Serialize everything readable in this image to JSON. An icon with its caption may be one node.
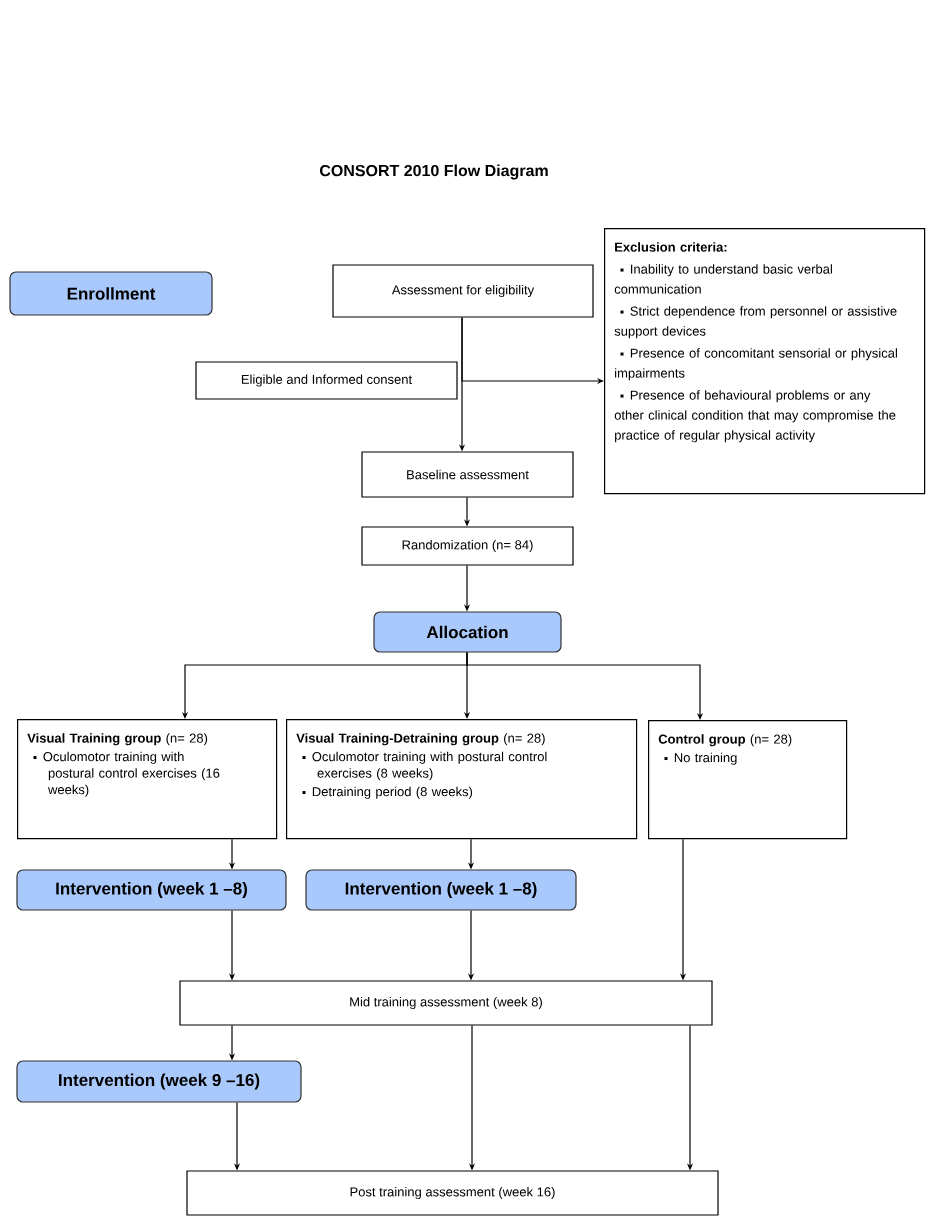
{
  "diagram": {
    "title": "CONSORT 2010 Flow Diagram",
    "nodes": [
      {
        "text": [
          "Enrollment"
        ]
      },
      {
        "text": [
          "Assessment for eligibility"
        ]
      },
      {
        "text": [
          "Exclusion criteria:",
          "Inability to understand basic verbal communication",
          "Strict dependence from personnel or assistive support devices",
          "Presence of concomitant sensorial or physical impairments",
          "Presence of behavioural problems or any other clinical condition that may compromise the practice of regular physical activity"
        ]
      },
      {
        "text": [
          "Eligible and Informed consent"
        ]
      },
      {
        "text": [
          "Baseline assessment"
        ]
      },
      {
        "text": [
          "Randomization (n= 84)"
        ]
      },
      {
        "text": [
          "Allocation"
        ]
      },
      {
        "text": [
          "**Visual Training group** (n= 28)",
          "Oculomotor training with postural control exercises (16 weeks)"
        ]
      },
      {
        "text": [
          "**Visual Training-Detraining group** (n= 28)",
          "Oculomotor training with postural control exercises (8 weeks)",
          "Detraining period (8 weeks)"
        ]
      },
      {
        "text": [
          "**Control group** (n= 28)",
          "No training"
        ]
      },
      {
        "text": [
          "Intervention (week 1 –8)"
        ]
      },
      {
        "text": [
          "Intervention (week 1 –8)"
        ]
      },
      {
        "text": [
          "Mid training assessment (week 8)"
        ]
      },
      {
        "text": [
          "Intervention (week 9 –16)"
        ]
      },
      {
        "text": [
          "Post training assessment (week 16)"
        ]
      }
    ],
    "edges": [
      {
        "from": 1,
        "to": 4,
        "arrow": "to"
      },
      {
        "from": 1,
        "to": 2,
        "arrow": "to"
      },
      {
        "from": 4,
        "to": 5,
        "arrow": "to"
      },
      {
        "from": 5,
        "to": 6,
        "arrow": "to"
      },
      {
        "from": 6,
        "to": 7,
        "arrow": "to"
      },
      {
        "from": 6,
        "to": 8,
        "arrow": "to"
      },
      {
        "from": 6,
        "to": 9,
        "arrow": "to"
      },
      {
        "from": 7,
        "to": 10,
        "arrow": "to"
      },
      {
        "from": 8,
        "to": 11,
        "arrow": "to"
      },
      {
        "from": 10,
        "to": 12,
        "arrow": "to"
      },
      {
        "from": 11,
        "to": 12,
        "arrow": "to"
      },
      {
        "from": 9,
        "to": 12,
        "arrow": "to"
      },
      {
        "from": 12,
        "to": 13,
        "arrow": "to"
      },
      {
        "from": 12,
        "to": 14,
        "arrow": "to"
      },
      {
        "from": 12,
        "to": 14,
        "arrow": "to"
      },
      {
        "from": 13,
        "to": 14,
        "arrow": "to"
      }
    ]
  }
}
